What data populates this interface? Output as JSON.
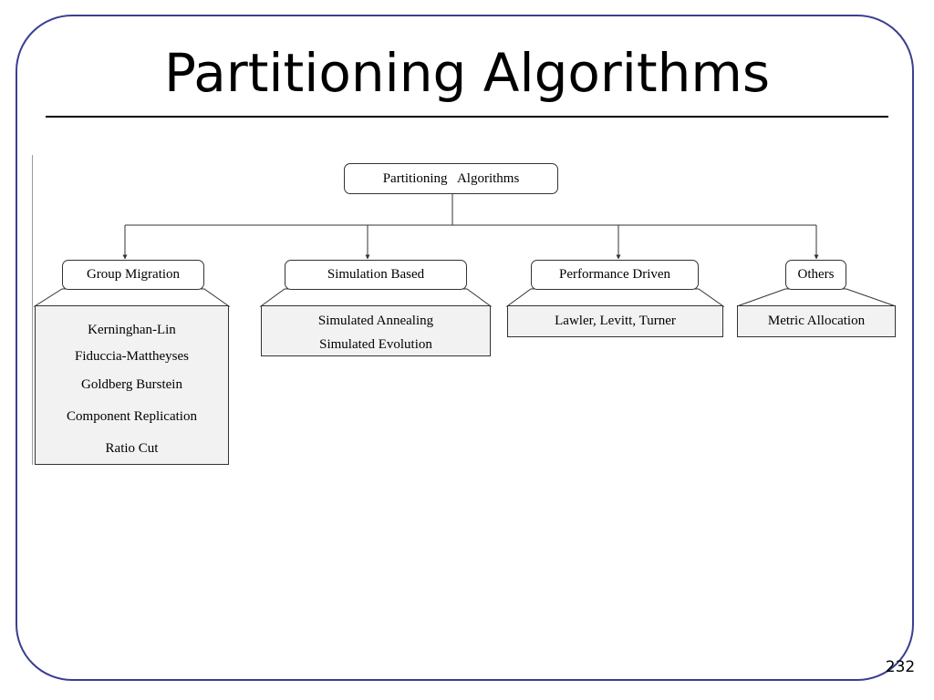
{
  "slide": {
    "title": "Partitioning Algorithms",
    "page_number": "232"
  },
  "diagram": {
    "root": "Partitioning   Algorithms",
    "categories": [
      {
        "label": "Group Migration",
        "items": [
          "Kerninghan-Lin",
          "Fiduccia-Mattheyses",
          "Goldberg Burstein",
          "Component Replication",
          "Ratio Cut"
        ]
      },
      {
        "label": "Simulation Based",
        "items": [
          "Simulated Annealing",
          "Simulated Evolution"
        ]
      },
      {
        "label": "Performance Driven",
        "items": [
          "Lawler, Levitt, Turner"
        ]
      },
      {
        "label": "Others",
        "items": [
          "Metric Allocation"
        ]
      }
    ]
  }
}
